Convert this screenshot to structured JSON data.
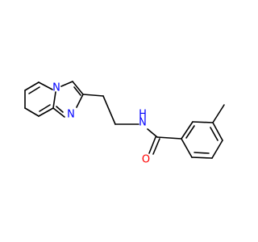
{
  "molecule": {
    "atoms": {
      "n_bridge": {
        "label": "N",
        "color": "#0000ff"
      },
      "n_imidazole": {
        "label": "N",
        "color": "#0000ff"
      },
      "n_amide": {
        "label": "N",
        "color": "#0000ff"
      },
      "h_amide": {
        "label": "H",
        "color": "#0000ff"
      },
      "o_carbonyl": {
        "label": "O",
        "color": "#ff0000"
      }
    },
    "bond_color": "#000000"
  }
}
